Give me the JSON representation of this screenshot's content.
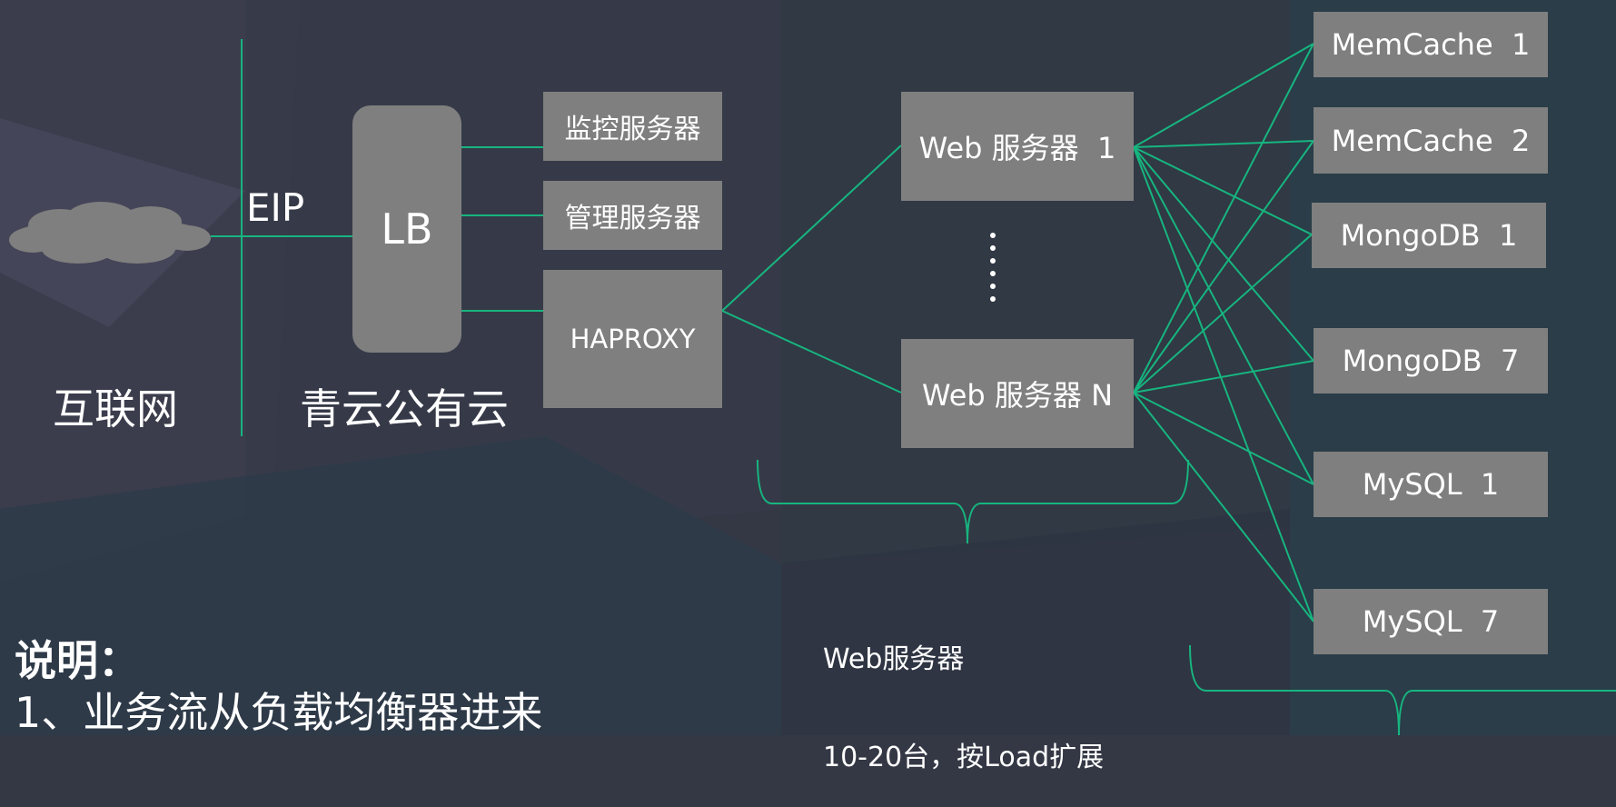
{
  "internet": {
    "label": "互联网",
    "eip": "EIP"
  },
  "lb": {
    "label": "LB",
    "cloud_label": "青云公有云"
  },
  "middle_servers": {
    "monitor": "监控服务器",
    "manage": "管理服务器",
    "haproxy": "HAPROXY"
  },
  "web_servers": {
    "first": "Web 服务器  1",
    "last": "Web 服务器 N",
    "caption_line1": "Web服务器",
    "caption_line2": "10-20台，按Load扩展"
  },
  "backends": [
    {
      "label": "MemCache  1"
    },
    {
      "label": "MemCache  2"
    },
    {
      "label": "MongoDB  1"
    },
    {
      "label": "MongoDB  7"
    },
    {
      "label": "MySQL  1"
    },
    {
      "label": "MySQL  7"
    }
  ],
  "notes": {
    "heading": "说明：",
    "line1": "1、业务流从负载均衡器进来"
  },
  "colors": {
    "background": "#343845",
    "box": "#7f7f7f",
    "line": "#17b57f"
  }
}
